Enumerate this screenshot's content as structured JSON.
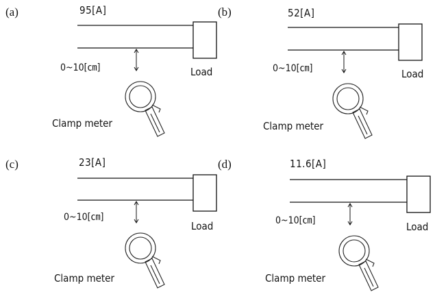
{
  "panels": [
    {
      "label": "(a)",
      "current": "95[A]",
      "distance": "0~10[㎝]",
      "load": "Load",
      "meter": "Clamp meter"
    },
    {
      "label": "(b)",
      "current": "52[A]",
      "distance": "0~10[㎝]",
      "load": "Load",
      "meter": "Clamp meter"
    },
    {
      "label": "(c)",
      "current": "23[A]",
      "distance": "0~10[㎝]",
      "load": "Load",
      "meter": "Clamp meter"
    },
    {
      "label": "(d)",
      "current": "11.6[A]",
      "distance": "0~10[㎝]",
      "load": "Load",
      "meter": "Clamp meter"
    }
  ]
}
